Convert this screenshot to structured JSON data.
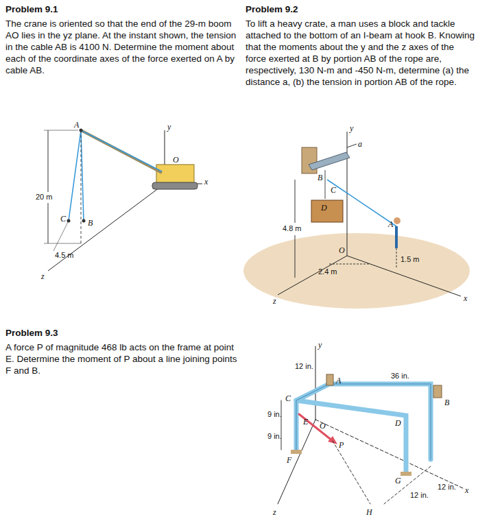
{
  "diagram": {
    "labels": [
      "Problem 9.1",
      "The crane is oriented so that the end of the 29-m boom AO lies in the yz plane. At the instant shown, the tension in the cable AB is 4100 N. Determine the moment about each of the coordinate axes of the force exerted on A by cable AB.",
      "Problem 9.2",
      "To lift a heavy crate, a man uses a block and tackle attached to the bottom of an I-beam at hook B. Knowing that the moments about the y and the z axes of the force exerted at B by portion AB of the rope are, respectively, 130 N-m and -450 N-m, determine (a) the distance a, (b) the tension in portion AB of the rope.",
      "Problem 9.3",
      "A force P of magnitude 468 lb acts on the frame at point E. Determine the moment of P about a line joining points F and B.",
      "y",
      "A",
      "x",
      "O",
      "20 m",
      "C",
      "B",
      "z",
      "4.5 m",
      "y",
      "a",
      "B",
      "C",
      "D",
      "4.8 m",
      "O",
      "A",
      "1.5 m",
      "2.4 m",
      "z",
      "x",
      "y",
      "12 in.",
      "A",
      "36 in.",
      "C",
      "B",
      "D",
      "9 in.",
      "E",
      "O",
      "P",
      "9 in.",
      "F",
      "G",
      "12 in.",
      "x",
      "12 in.",
      "H",
      "z"
    ]
  }
}
